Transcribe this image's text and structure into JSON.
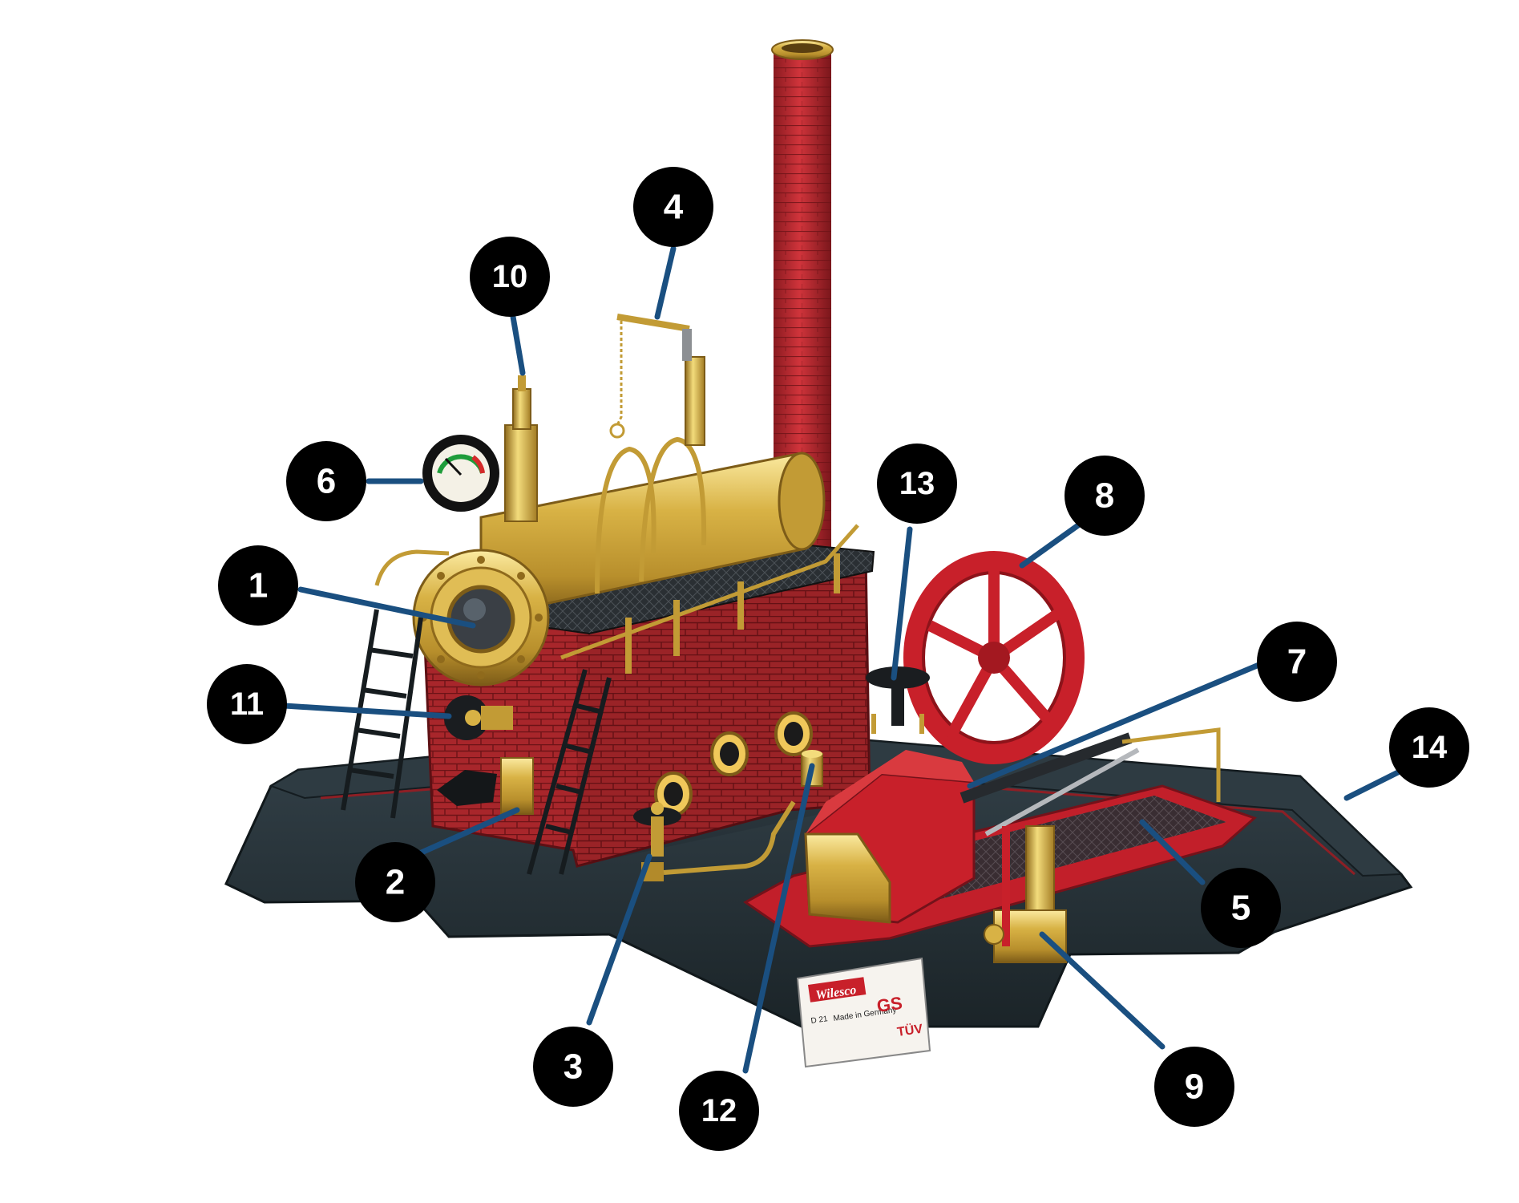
{
  "colors": {
    "base": "#263238",
    "base_edge": "#3a474e",
    "brick": "#a8262b",
    "brick_dark": "#7a1a1e",
    "brass": "#d8b245",
    "brass_light": "#f3dc7c",
    "brass_dark": "#9a7420",
    "red": "#c8202a",
    "leader": "#1a4f80",
    "badge": "#000000"
  },
  "plate": {
    "brand": "Wilesco",
    "model": "D 21",
    "origin": "Made in Germany",
    "mark_gs": "GS",
    "mark_tuv": "TÜV"
  },
  "callouts": [
    {
      "label": "1",
      "icon": "porthole-window"
    },
    {
      "label": "2",
      "icon": "burner-tray"
    },
    {
      "label": "3",
      "icon": "steam-valve"
    },
    {
      "label": "4",
      "icon": "steam-whistle"
    },
    {
      "label": "5",
      "icon": "engine-base"
    },
    {
      "label": "6",
      "icon": "pressure-gauge"
    },
    {
      "label": "7",
      "icon": "piston-rod"
    },
    {
      "label": "8",
      "icon": "flywheel"
    },
    {
      "label": "9",
      "icon": "feed-pump"
    },
    {
      "label": "10",
      "icon": "safety-valve"
    },
    {
      "label": "11",
      "icon": "water-valve"
    },
    {
      "label": "12",
      "icon": "oiler"
    },
    {
      "label": "13",
      "icon": "governor"
    },
    {
      "label": "14",
      "icon": "base-plate"
    }
  ]
}
